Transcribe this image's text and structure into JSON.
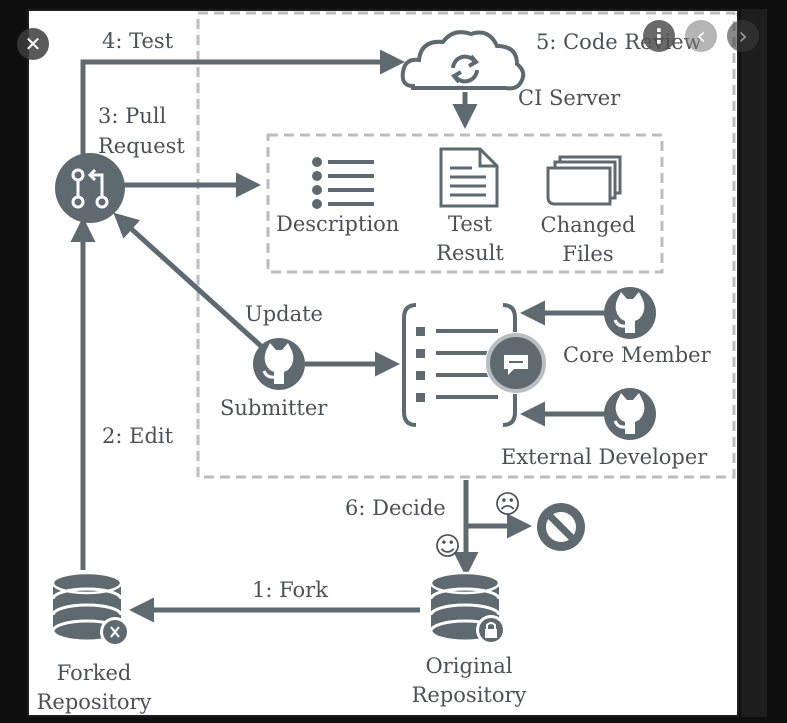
{
  "viewer": {
    "close_glyph": "✕",
    "more_glyph": "⋮",
    "prev_glyph": "‹",
    "next_glyph": "›"
  },
  "diagram": {
    "steps": {
      "test": "4: Test",
      "pull_request_line1": "3: Pull",
      "pull_request_line2": "Request",
      "code_review": "5: Code Review",
      "edit": "2: Edit",
      "decide": "6: Decide",
      "fork": "1: Fork",
      "update": "Update"
    },
    "nodes": {
      "ci_server": "CI Server",
      "description": "Description",
      "test_result_line1": "Test",
      "test_result_line2": "Result",
      "changed_files_line1": "Changed",
      "changed_files_line2": "Files",
      "core_member": "Core Member",
      "submitter": "Submitter",
      "external_developer": "External Developer",
      "forked_repo_line1": "Forked",
      "forked_repo_line2": "Repository",
      "original_repo_line1": "Original",
      "original_repo_line2": "Repository"
    },
    "emoticons": {
      "happy": "☺",
      "sad": "☹"
    }
  },
  "colors": {
    "ink": "#5f6a70",
    "dashed": "#b8bec2",
    "text": "#4a5258"
  }
}
